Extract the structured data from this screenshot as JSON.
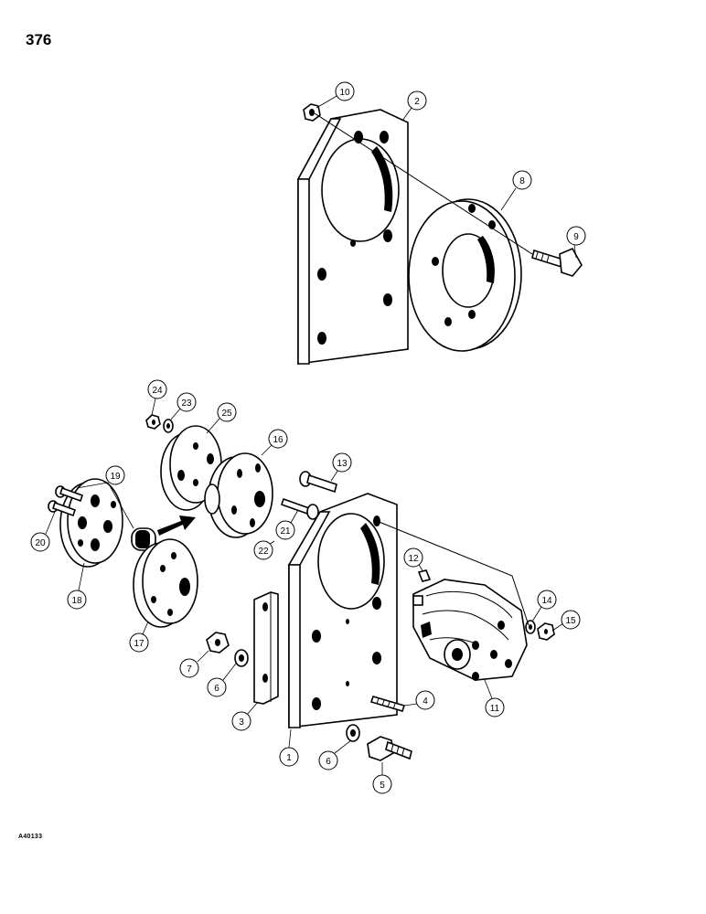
{
  "page_number": "376",
  "figure_code": "A40133",
  "callouts": {
    "c1": "1",
    "c2": "2",
    "c3": "3",
    "c4": "4",
    "c5": "5",
    "c6a": "6",
    "c6b": "6",
    "c7": "7",
    "c8": "8",
    "c9": "9",
    "c10": "10",
    "c11": "11",
    "c12": "12",
    "c13": "13",
    "c14": "14",
    "c15": "15",
    "c16": "16",
    "c17": "17",
    "c18": "18",
    "c19": "19",
    "c20": "20",
    "c21": "21",
    "c22": "22",
    "c23": "23",
    "c24": "24",
    "c25": "25"
  }
}
